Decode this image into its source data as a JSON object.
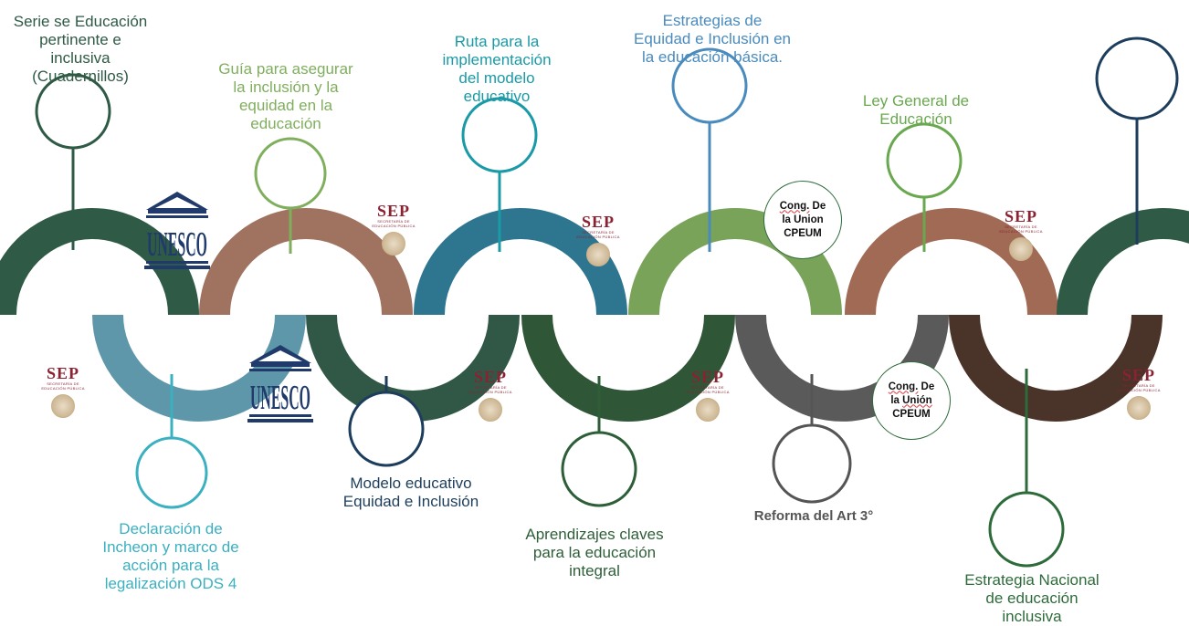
{
  "milestones": [
    {
      "label": "Serie se Educación\npertinente e\ninclusiva\n(Cuadernillos)",
      "color": "#2f5a45"
    },
    {
      "label": "Declaración de\nIncheon y marco de\nacción para la\nlegalización ODS 4",
      "color": "#3ab0c0"
    },
    {
      "label": "Guía para asegurar\nla inclusión y la\nequidad en la\neducación",
      "color": "#7fae5d"
    },
    {
      "label": "Modelo educativo\nEquidad e Inclusión",
      "color": "#1d3d5c"
    },
    {
      "label": "Ruta para la\nimplementación\ndel modelo\neducativo",
      "color": "#1a9aa6"
    },
    {
      "label": "Aprendizajes claves\npara la educación\nintegral",
      "color": "#2e5e38"
    },
    {
      "label": "Estrategias de\nEquidad e Inclusión en\nla educación básica.",
      "color": "#4a8bbd"
    },
    {
      "label": "Reforma del Art 3°",
      "color": "#555555"
    },
    {
      "label": "Ley General de\nEducación",
      "color": "#6aa84f"
    },
    {
      "label": "Estrategia Nacional\nde educación\ninclusiva",
      "color": "#2e6b3b"
    }
  ],
  "arc_colors": [
    "#2f5a45",
    "#5f97aa",
    "#a07360",
    "#315847",
    "#2e7690",
    "#2f5636",
    "#7aa35a",
    "#5a5a5a",
    "#a06a55",
    "#4a3328",
    "#2f5a45"
  ],
  "logos": {
    "sep_word": "SEP",
    "sep_sub_1": "SECRETARÍA DE",
    "sep_sub_2": "EDUCACIÓN PÚBLICA",
    "unesco_word": "UNESCO"
  },
  "cong_top": {
    "l1a": "Cong.",
    "l1b": " De",
    "l2": "la Union",
    "l3": "CPEUM"
  },
  "cong_bottom": {
    "l1a": "Cong.",
    "l1b": " De",
    "l2a": "la ",
    "l2b": "Unión",
    "l3": "CPEUM"
  }
}
